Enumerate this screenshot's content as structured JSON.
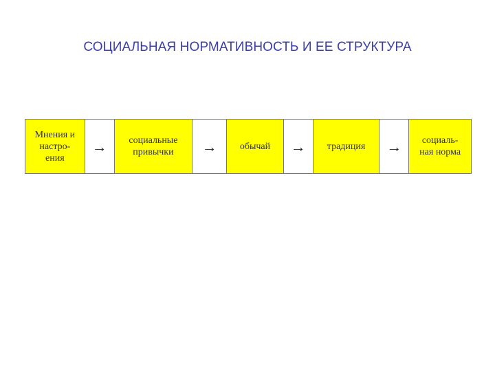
{
  "title": "СОЦИАЛЬНАЯ НОРМАТИВНОСТЬ И ЕЕ СТРУКТУРА",
  "colors": {
    "title": "#3b3fa8",
    "box_fill": "#ffff00",
    "border": "#777777"
  },
  "chain": {
    "boxes": [
      "Мнения и\nнастро-\nения",
      "социальные\nпривычки",
      "обычай",
      "традиция",
      "социаль-\nная норма"
    ],
    "arrows": [
      "→",
      "→",
      "→",
      "→"
    ]
  }
}
